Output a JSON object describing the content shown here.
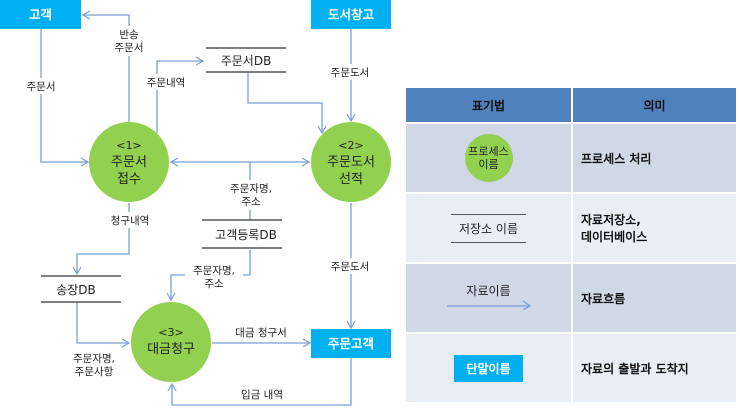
{
  "colors": {
    "entity": "#00b0f0",
    "process": "#92d050",
    "flow": "#7a9fd3",
    "store_line": "#555555",
    "table_header": "#4f81bd",
    "table_row_dark": "#d0d8e8",
    "table_row_light": "#e9edf4"
  },
  "diagram": {
    "entities": {
      "customer": "고객",
      "warehouse": "도서창고",
      "order_customer": "주문고객"
    },
    "processes": [
      {
        "num": "<1>",
        "line1": "주문서",
        "line2": "접수"
      },
      {
        "num": "<2>",
        "line1": "주문도서",
        "line2": "선적"
      },
      {
        "num": "<3>",
        "line1": "대금청구",
        "line2": ""
      }
    ],
    "stores": {
      "order_db": "주문서DB",
      "customer_db": "고객등록DB",
      "invoice_db": "송장DB"
    },
    "flows": {
      "return_line1": "반송",
      "return_line2": "주문서",
      "order_form": "주문서",
      "order_details": "주문내역",
      "ordered_books_top": "주문도서",
      "name_addr_1_line1": "주문자명,",
      "name_addr_1_line2": "주소",
      "billing_details": "청구내역",
      "name_addr_2_line1": "주문자명,",
      "name_addr_2_line2": "주소",
      "ordered_books_mid": "주문도서",
      "name_items_line1": "주문자명,",
      "name_items_line2": "주문사항",
      "invoice": "대금 청구서",
      "payment": "입금 내역"
    }
  },
  "legend": {
    "header": {
      "notation": "표기법",
      "meaning": "의미"
    },
    "rows": [
      {
        "sample_line1": "프로세스",
        "sample_line2": "이름",
        "meaning": "프로세스 처리"
      },
      {
        "sample": "저장소 이름",
        "meaning_line1": "자료저장소,",
        "meaning_line2": "데이터베이스"
      },
      {
        "sample": "자료이름",
        "meaning": "자료흐름"
      },
      {
        "sample": "단말이름",
        "meaning": "자료의 출발과 도착지"
      }
    ]
  }
}
